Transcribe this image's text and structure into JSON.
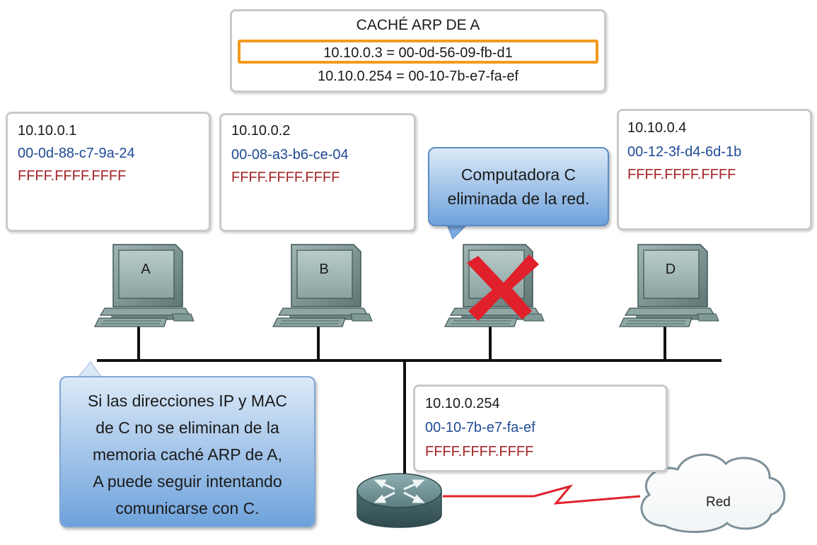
{
  "arp_cache": {
    "title": "CACHÉ ARP DE A",
    "entries": [
      "10.10.0.3 = 00-0d-56-09-fb-d1",
      "10.10.0.254 = 00-10-7b-e7-fa-ef"
    ],
    "highlight_color": "#f29a1f"
  },
  "hosts": [
    {
      "label": "A",
      "ip": "10.10.0.1",
      "mac": "00-0d-88-c7-9a-24",
      "broadcast": "FFFF.FFFF.FFFF"
    },
    {
      "label": "B",
      "ip": "10.10.0.2",
      "mac": "00-08-a3-b6-ce-04",
      "broadcast": "FFFF.FFFF.FFFF"
    },
    {
      "label": "",
      "removed": true
    },
    {
      "label": "D",
      "ip": "10.10.0.4",
      "mac": "00-12-3f-d4-6d-1b",
      "broadcast": "FFFF.FFFF.FFFF"
    }
  ],
  "router": {
    "ip": "10.10.0.254",
    "mac": "00-10-7b-e7-fa-ef",
    "broadcast": "FFFF.FFFF.FFFF"
  },
  "callout_c": {
    "lines": [
      "Computadora C",
      "eliminada de la red."
    ]
  },
  "callout_note": {
    "lines": [
      "Si las direcciones IP y MAC",
      "de C no se eliminan de la",
      "memoria caché ARP de A,",
      "A puede seguir intentando",
      "comunicarse con C."
    ]
  },
  "cloud": {
    "label": "Red"
  },
  "colors": {
    "mac_text": "#1f4a96",
    "broadcast_text": "#a3262a",
    "removed_mark": "#e0202a",
    "wan_link": "#e0202a"
  }
}
